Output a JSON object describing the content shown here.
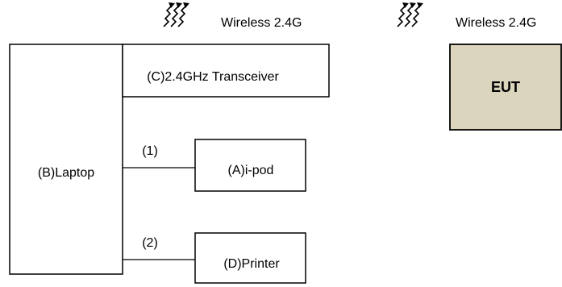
{
  "nodes": {
    "laptop": {
      "label": "(B)Laptop"
    },
    "transceiver": {
      "label": "(C)2.4GHz Transceiver"
    },
    "ipod": {
      "label": "(A)i-pod"
    },
    "printer": {
      "label": "(D)Printer"
    },
    "eut": {
      "label": "EUT"
    }
  },
  "links": {
    "link1": {
      "label": "(1)"
    },
    "link2": {
      "label": "(2)"
    }
  },
  "wireless": {
    "transceiver_label": "Wireless 2.4G",
    "eut_label": "Wireless 2.4G",
    "icon": "wireless-signal-icon"
  },
  "colors": {
    "eut_fill": "#dcd5bd",
    "stroke": "#000000",
    "background": "#ffffff"
  }
}
